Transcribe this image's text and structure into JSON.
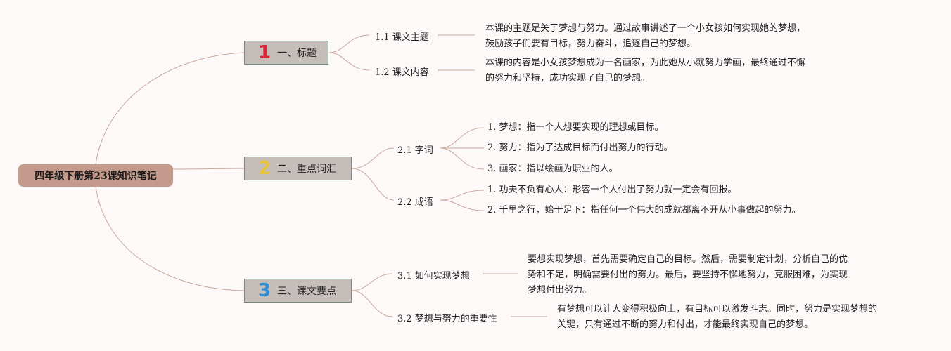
{
  "root": {
    "label": "四年级下册第23课知识笔记"
  },
  "branches": [
    {
      "number": "1",
      "number_color": "#d8283a",
      "label": "一、标题",
      "children": [
        {
          "label": "1.1 课文主题",
          "text": [
            "本课的主题是关于梦想与努力。通过故事讲述了一个小女孩如何实现她的梦想，",
            "鼓励孩子们要有目标，努力奋斗，追逐自己的梦想。"
          ]
        },
        {
          "label": "1.2 课文内容",
          "text": [
            "本课的内容是小女孩梦想成为一名画家，为此她从小就努力学画，最终通过不懈",
            "的努力和坚持，成功实现了自己的梦想。"
          ]
        }
      ]
    },
    {
      "number": "2",
      "number_color": "#e8c23a",
      "label": "二、重点词汇",
      "children": [
        {
          "label": "2.1 字词",
          "items": [
            "1. 梦想：指一个人想要实现的理想或目标。",
            "2. 努力：指为了达成目标而付出努力的行动。",
            "3. 画家：指以绘画为职业的人。"
          ]
        },
        {
          "label": "2.2 成语",
          "items": [
            "1. 功夫不负有心人：形容一个人付出了努力就一定会有回报。",
            "2. 千里之行，始于足下：指任何一个伟大的成就都离不开从小事做起的努力。"
          ]
        }
      ]
    },
    {
      "number": "3",
      "number_color": "#2f8fd6",
      "label": "三、课文要点",
      "children": [
        {
          "label": "3.1 如何实现梦想",
          "text": [
            "要想实现梦想，首先需要确定自己的目标。然后，需要制定计划，分析自己的优",
            "势和不足，明确需要付出的努力。最后，要坚持不懈地努力，克服困难，为实现",
            "梦想付出努力。"
          ]
        },
        {
          "label": "3.2 梦想与努力的重要性",
          "text": [
            "有梦想可以让人变得积极向上，有目标可以激发斗志。同时，努力是实现梦想的",
            "关键，只有通过不断的努力和付出，才能最终实现自己的梦想。"
          ]
        }
      ]
    }
  ],
  "colors": {
    "link": "#c9a89e",
    "root_fill": "#c49a8c",
    "branch_fill": "#c5bdb9",
    "branch_border": "#6f8f7c"
  }
}
